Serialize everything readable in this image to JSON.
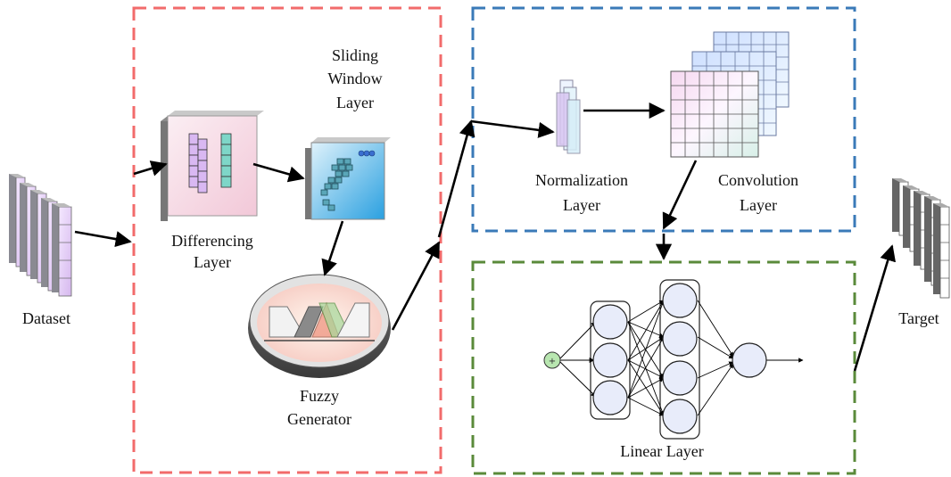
{
  "labels": {
    "dataset": "Dataset",
    "differencing_line1": "Differencing",
    "differencing_line2": "Layer",
    "sliding_line1": "Sliding",
    "sliding_line2": "Window",
    "sliding_line3": "Layer",
    "fuzzy_line1": "Fuzzy",
    "fuzzy_line2": "Generator",
    "normalization_line1": "Normalization",
    "normalization_line2": "Layer",
    "convolution_line1": "Convolution",
    "convolution_line2": "Layer",
    "linear": "Linear Layer",
    "target": "Target",
    "bias_symbol": "+"
  },
  "colors": {
    "fuzzy_box": "#f26b6b",
    "cnn_box": "#3a7ab8",
    "linear_box": "#5a8a3a",
    "arrow": "#000000",
    "cube_side": "#9a9aa2",
    "cube_face": "#e8d6f4",
    "neuron": "#e8ecfa",
    "bias_node": "#b8e6b0"
  }
}
